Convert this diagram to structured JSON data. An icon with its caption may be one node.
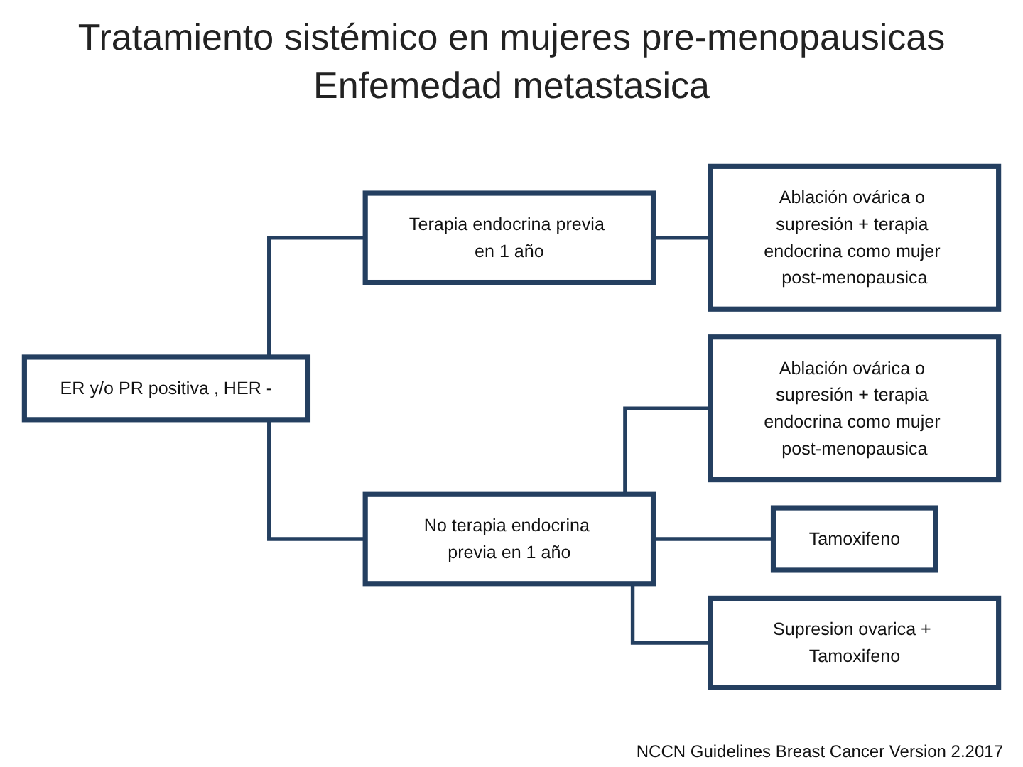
{
  "diagram": {
    "title": "Tratamiento sistémico en mujeres pre-menopausicas Enfemedad metastasica",
    "caption": "NCCN Guidelines Breast Cancer Version 2.2017",
    "nodes": [
      {
        "text": [
          "ER y/o PR positiva , HER -"
        ]
      },
      {
        "text": [
          "Terapia endocrina previa en 1 año"
        ]
      },
      {
        "text": [
          "Ablación ovárica o supresión + terapia endocrina como mujer post-menopausica"
        ]
      },
      {
        "text": [
          "Ablación ovárica o supresión + terapia endocrina como mujer post-menopausica"
        ]
      },
      {
        "text": [
          "No terapia endocrina previa en 1 año"
        ]
      },
      {
        "text": [
          "Tamoxifeno"
        ]
      },
      {
        "text": [
          "Supresion ovarica + Tamoxifeno"
        ]
      }
    ],
    "edges": [
      {
        "from": 0,
        "to": 1,
        "arrow": "none"
      },
      {
        "from": 0,
        "to": 4,
        "arrow": "none"
      },
      {
        "from": 1,
        "to": 2,
        "arrow": "none"
      },
      {
        "from": 4,
        "to": 3,
        "arrow": "none"
      },
      {
        "from": 4,
        "to": 5,
        "arrow": "none"
      },
      {
        "from": 4,
        "to": 6,
        "arrow": "none"
      }
    ]
  }
}
